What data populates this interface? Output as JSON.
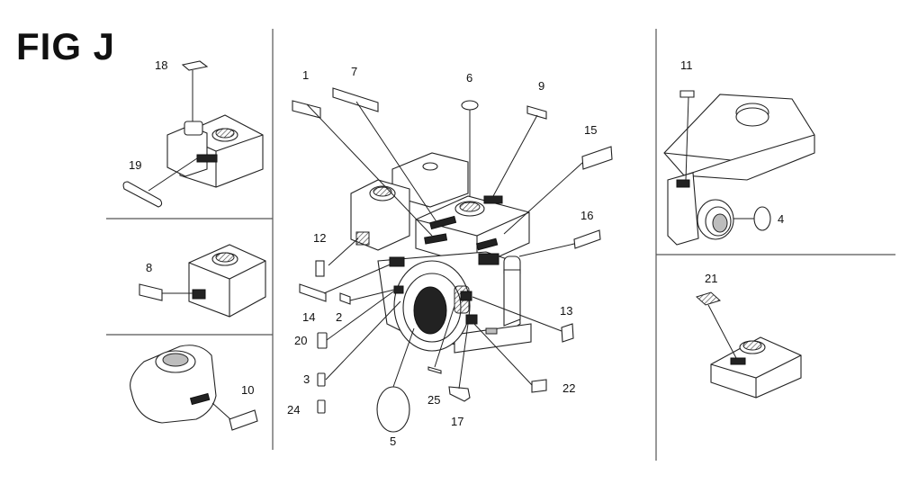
{
  "figure": {
    "title": "FIG J"
  },
  "callouts": [
    "1",
    "2",
    "3",
    "4",
    "5",
    "6",
    "7",
    "8",
    "9",
    "10",
    "11",
    "12",
    "13",
    "14",
    "15",
    "16",
    "17",
    "18",
    "19",
    "20",
    "21",
    "22",
    "24",
    "25"
  ]
}
